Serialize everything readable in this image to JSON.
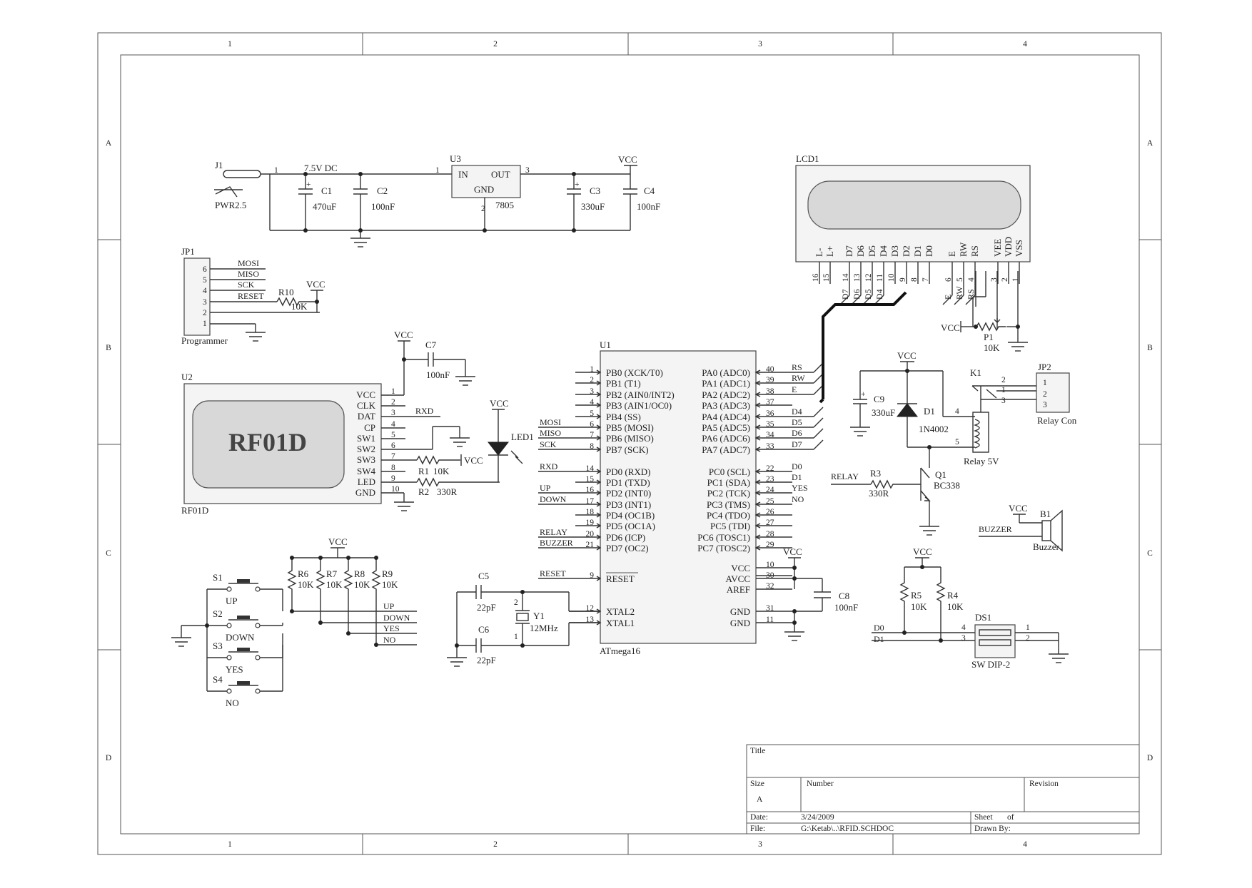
{
  "frame": {
    "col_labels": [
      "1",
      "2",
      "3",
      "4"
    ],
    "row_labels": [
      "A",
      "B",
      "C",
      "D"
    ]
  },
  "power": {
    "j1": "J1",
    "j1_type": "PWR2.5",
    "input": "7.5V DC",
    "c1": "C1",
    "c1_val": "470uF",
    "c2": "C2",
    "c2_val": "100nF",
    "u3": "U3",
    "u3_in": "IN",
    "u3_out": "OUT",
    "u3_gnd": "GND",
    "u3_type": "7805",
    "u3_pin1": "1",
    "u3_pin2": "2",
    "u3_pin3": "3",
    "vcc": "VCC",
    "c3": "C3",
    "c3_val": "330uF",
    "c4": "C4",
    "c4_val": "100nF"
  },
  "programmer": {
    "ref": "JP1",
    "name": "Programmer",
    "pins": [
      "6",
      "5",
      "4",
      "3",
      "2",
      "1"
    ],
    "nets": [
      "MOSI",
      "MISO",
      "SCK",
      "RESET"
    ],
    "r10": "R10",
    "r10_val": "10K",
    "vcc": "VCC"
  },
  "rf": {
    "ref": "U2",
    "name": "RF01D",
    "label": "RF01D",
    "pins": [
      "VCC",
      "CLK",
      "DAT",
      "CP",
      "SW1",
      "SW2",
      "SW3",
      "SW4",
      "LED",
      "GND"
    ],
    "nums": [
      "1",
      "2",
      "3",
      "4",
      "5",
      "6",
      "7",
      "8",
      "9",
      "10"
    ],
    "rxd": "RXD",
    "vcc": "VCC",
    "c7": "C7",
    "c7_val": "100nF",
    "r1": "R1",
    "r1_val": "10K",
    "r2": "R2",
    "r2_val": "330R",
    "led": "LED1",
    "led_vcc": "VCC",
    "sw3_vcc": "VCC"
  },
  "mcu": {
    "ref": "U1",
    "type": "ATmega16",
    "left_pins": [
      "PB0 (XCK/T0)",
      "PB1 (T1)",
      "PB2 (AIN0/INT2)",
      "PB3 (AIN1/OC0)",
      "PB4 (SS)",
      "PB5 (MOSI)",
      "PB6 (MISO)",
      "PB7 (SCK)",
      "PD0 (RXD)",
      "PD1 (TXD)",
      "PD2 (INT0)",
      "PD3 (INT1)",
      "PD4 (OC1B)",
      "PD5 (OC1A)",
      "PD6 (ICP)",
      "PD7 (OC2)",
      "RESET",
      "XTAL2",
      "XTAL1"
    ],
    "left_nums": [
      "1",
      "2",
      "3",
      "4",
      "5",
      "6",
      "7",
      "8",
      "14",
      "15",
      "16",
      "17",
      "18",
      "19",
      "20",
      "21",
      "9",
      "12",
      "13"
    ],
    "left_nets": [
      "",
      "",
      "",
      "",
      "",
      "MOSI",
      "MISO",
      "SCK",
      "RXD",
      "",
      "UP",
      "DOWN",
      "",
      "",
      "RELAY",
      "BUZZER",
      "RESET",
      "",
      ""
    ],
    "right_pins": [
      "PA0 (ADC0)",
      "PA1 (ADC1)",
      "PA2 (ADC2)",
      "PA3 (ADC3)",
      "PA4 (ADC4)",
      "PA5 (ADC5)",
      "PA6 (ADC6)",
      "PA7 (ADC7)",
      "PC0 (SCL)",
      "PC1 (SDA)",
      "PC2 (TCK)",
      "PC3 (TMS)",
      "PC4 (TDO)",
      "PC5 (TDI)",
      "PC6 (TOSC1)",
      "PC7 (TOSC2)",
      "VCC",
      "AVCC",
      "AREF",
      "GND",
      "GND"
    ],
    "right_nums": [
      "40",
      "39",
      "38",
      "37",
      "36",
      "35",
      "34",
      "33",
      "22",
      "23",
      "24",
      "25",
      "26",
      "27",
      "28",
      "29",
      "10",
      "30",
      "32",
      "31",
      "11"
    ],
    "right_nets": [
      "RS",
      "RW",
      "E",
      "",
      "D4",
      "D5",
      "D6",
      "D7",
      "D0",
      "D1",
      "YES",
      "NO",
      "",
      "",
      "",
      "",
      "",
      "",
      "",
      "",
      ""
    ],
    "vcc": "VCC",
    "c8": "C8",
    "c8_val": "100nF"
  },
  "crystal": {
    "c5": "C5",
    "c5_val": "22pF",
    "c6": "C6",
    "c6_val": "22pF",
    "y1": "Y1",
    "y1_val": "12MHz",
    "pin1": "1",
    "pin2": "2"
  },
  "lcd": {
    "ref": "LCD1",
    "pins": [
      "L-",
      "L+",
      "D7",
      "D6",
      "D5",
      "D4",
      "D3",
      "D2",
      "D1",
      "D0",
      "E",
      "RW",
      "RS",
      "VEE",
      "VDD",
      "VSS"
    ],
    "nums": [
      "16",
      "15",
      "14",
      "13",
      "12",
      "11",
      "10",
      "9",
      "8",
      "7",
      "6",
      "5",
      "4",
      "3",
      "2",
      "1"
    ],
    "nets": [
      "D7",
      "D6",
      "D5",
      "D4",
      "E",
      "RW",
      "RS"
    ],
    "p1": "P1",
    "p1_val": "10K",
    "vcc": "VCC"
  },
  "relay": {
    "vcc": "VCC",
    "c9": "C9",
    "c9_val": "330uF",
    "d1": "D1",
    "d1_type": "1N4002",
    "k1": "K1",
    "k1_type": "Relay 5V",
    "pin4": "4",
    "pin5": "5",
    "jp2": "JP2",
    "jp2_name": "Relay Con",
    "jp2_pins": [
      "1",
      "2",
      "3"
    ],
    "k_pins": [
      "2",
      "1",
      "3"
    ],
    "relay_net": "RELAY",
    "r3": "R3",
    "r3_val": "330R",
    "q1": "Q1",
    "q1_type": "BC338"
  },
  "buzzer": {
    "vcc": "VCC",
    "ref": "B1",
    "net": "BUZZER",
    "name": "Buzzer"
  },
  "dip": {
    "vcc": "VCC",
    "r5": "R5",
    "r5_val": "10K",
    "r4": "R4",
    "r4_val": "10K",
    "d0": "D0",
    "d1": "D1",
    "ref": "DS1",
    "name": "SW DIP-2",
    "pins": [
      "4",
      "3",
      "1",
      "2"
    ]
  },
  "buttons": {
    "vcc": "VCC",
    "switches": [
      "S1",
      "S2",
      "S3",
      "S4"
    ],
    "labels": [
      "UP",
      "DOWN",
      "YES",
      "NO"
    ],
    "resistors": [
      "R6",
      "R7",
      "R8",
      "R9"
    ],
    "res_val": "10K",
    "nets": [
      "UP",
      "DOWN",
      "YES",
      "NO"
    ]
  },
  "title_block": {
    "title_lbl": "Title",
    "size_lbl": "Size",
    "size_val": "A",
    "number_lbl": "Number",
    "revision_lbl": "Revision",
    "date_lbl": "Date:",
    "date_val": "3/24/2009",
    "file_lbl": "File:",
    "file_val": "G:\\Ketab\\..\\RFID.SCHDOC",
    "sheet_lbl": "Sheet",
    "of_lbl": "of",
    "drawn_lbl": "Drawn By:"
  }
}
